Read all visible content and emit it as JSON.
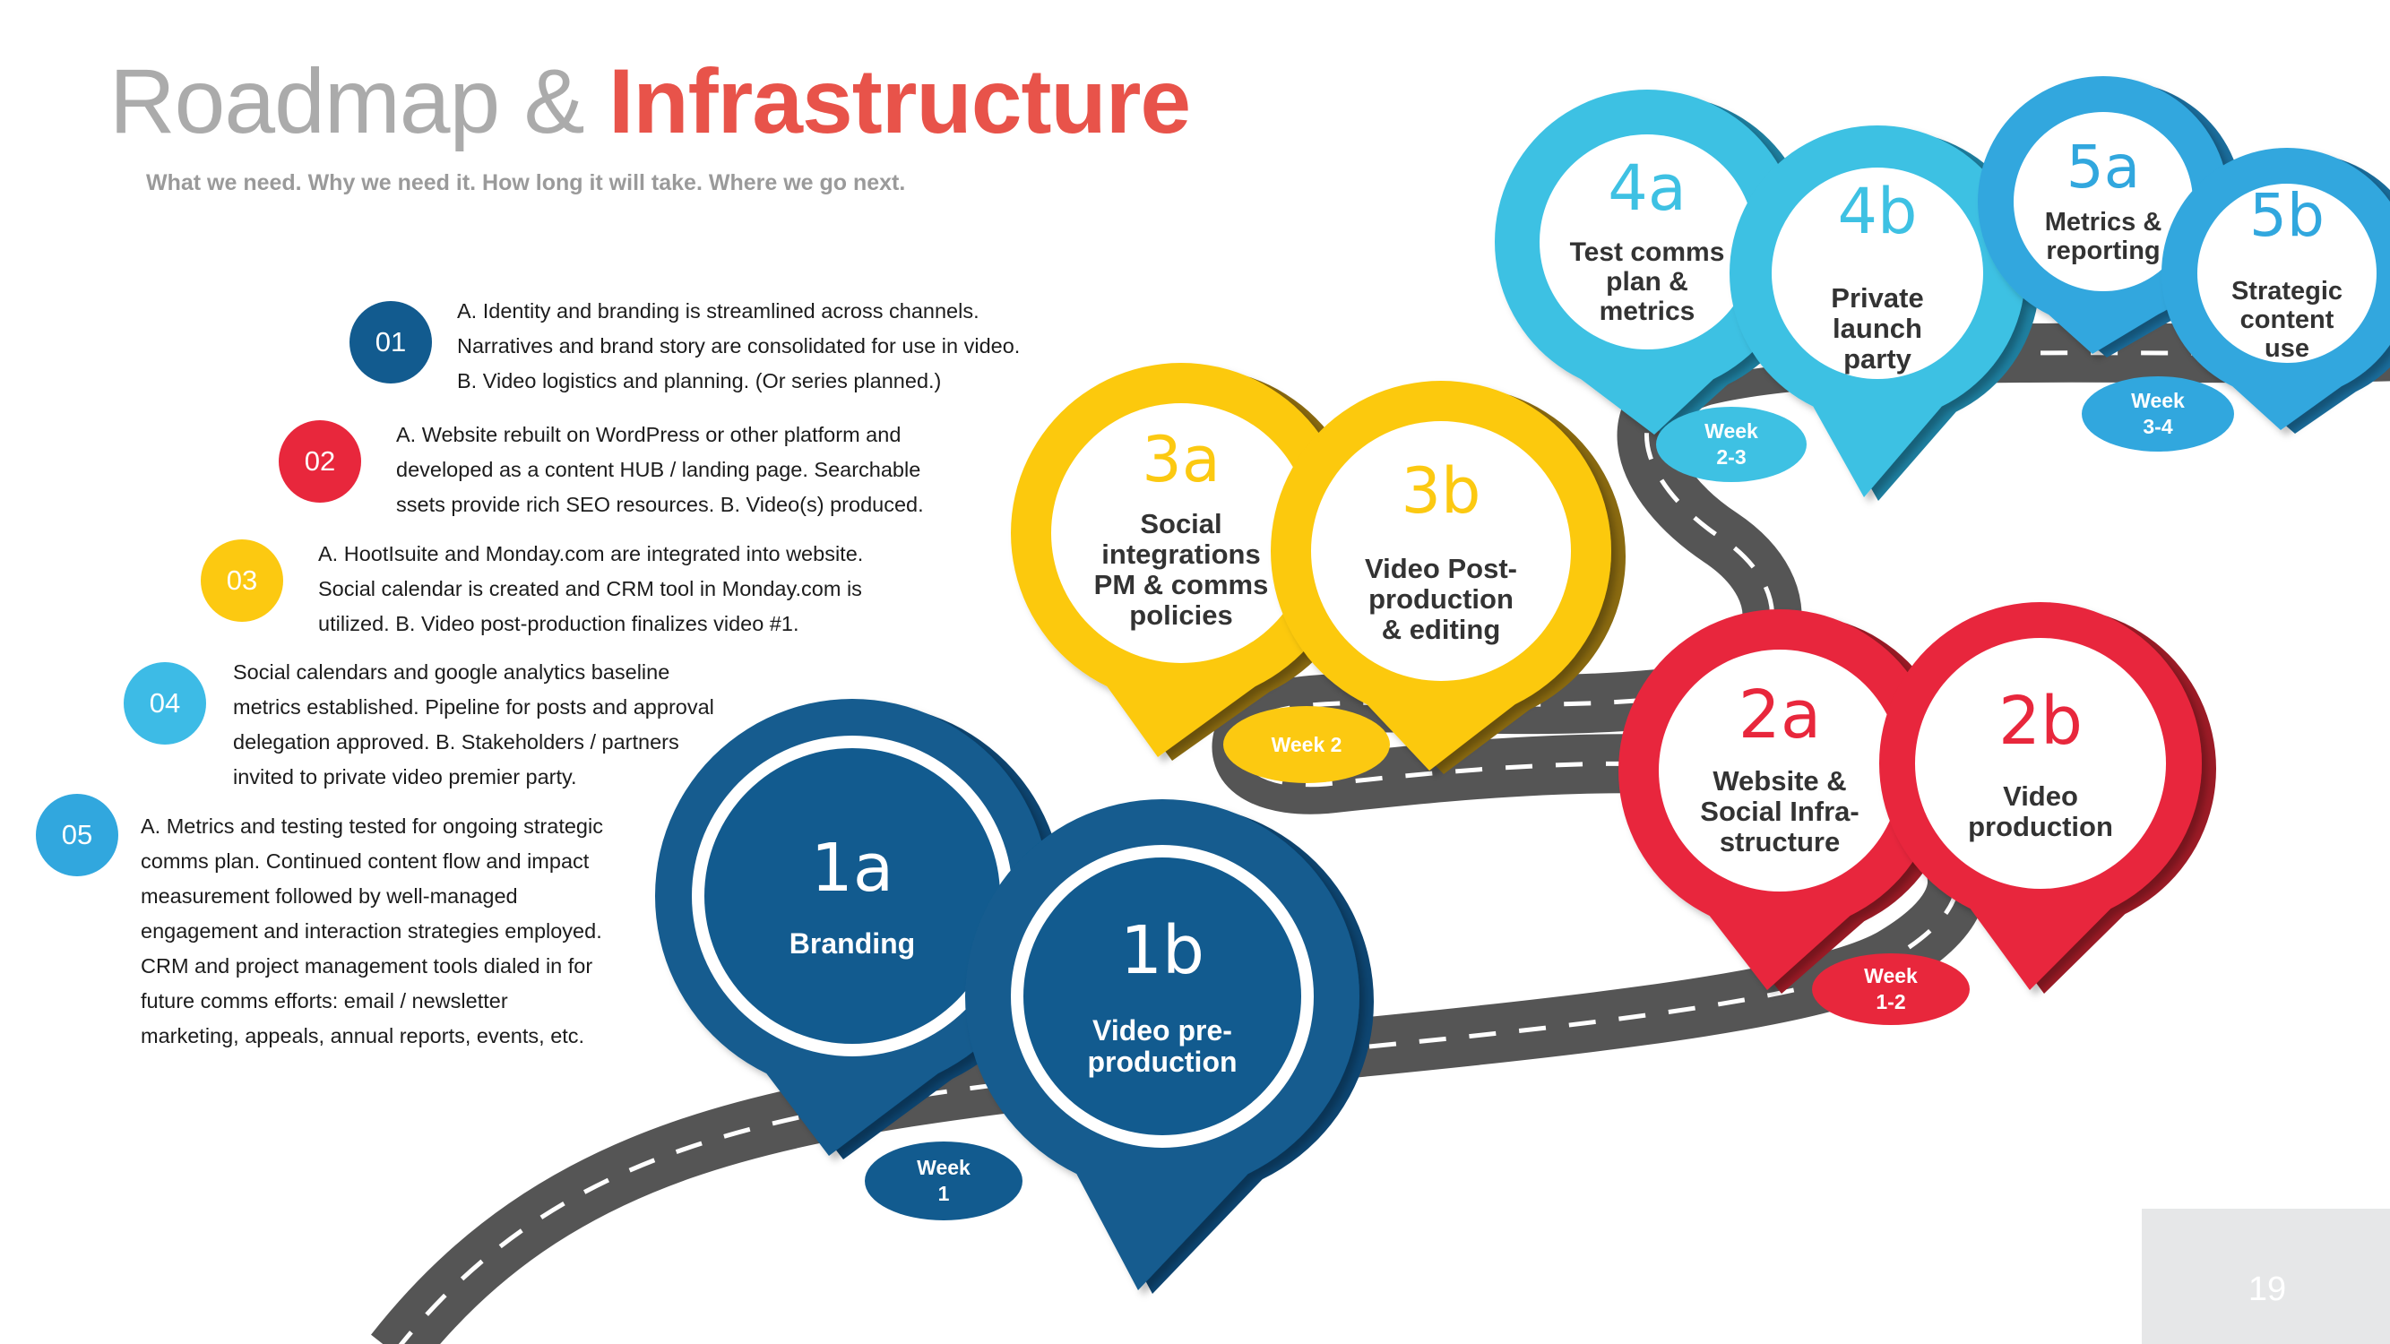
{
  "header": {
    "title_part1": "Roadmap & ",
    "title_part2": "Infrastructure",
    "subtitle": "What we need. Why we need it. How long it will take. Where we go next."
  },
  "colors": {
    "blue": "#125b8f",
    "red": "#e8273c",
    "yellow": "#fcc911",
    "cyan": "#29b5e0",
    "road": "#555555"
  },
  "items": [
    {
      "num": "01",
      "color": "#125b8f",
      "lines": [
        "A. Identity and branding is streamlined across channels.",
        "Narratives and brand story are consolidated for use in video.",
        "B. Video logistics and planning. (Or series planned.)"
      ]
    },
    {
      "num": "02",
      "color": "#e8273c",
      "lines": [
        "A. Website rebuilt on WordPress or other platform and",
        "developed as a content  HUB / landing page. Searchable",
        "ssets provide rich SEO resources. B. Video(s) produced."
      ]
    },
    {
      "num": "03",
      "color": "#fcc911",
      "lines": [
        "A. HootIsuite and Monday.com are integrated into website.",
        "Social calendar is created and CRM tool in Monday.com is",
        "utilized. B. Video post-production finalizes video #1."
      ]
    },
    {
      "num": "04",
      "color": "#3dbbe6",
      "lines": [
        "Social calendars and google analytics baseline",
        "metrics established. Pipeline for posts and approval",
        "delegation approved. B. Stakeholders / partners",
        "invited to private video premier party."
      ]
    },
    {
      "num": "05",
      "color": "#31a7de",
      "lines": [
        "A. Metrics and testing tested for ongoing strategic",
        "comms plan. Continued content flow and impact",
        "measurement followed by well-managed",
        "engagement and interaction strategies employed.",
        "CRM and project management tools dialed in for",
        "future comms efforts: email / newsletter",
        "marketing, appeals, annual reports, events, etc."
      ]
    }
  ],
  "pins": [
    {
      "code": "1a",
      "lines": [
        "Branding"
      ],
      "color": "#125b8f"
    },
    {
      "code": "1b",
      "lines": [
        "Video pre-",
        "production"
      ],
      "color": "#125b8f"
    },
    {
      "code": "2a",
      "lines": [
        "Website &",
        "Social Infra-",
        "structure"
      ],
      "color": "#e8273c"
    },
    {
      "code": "2b",
      "lines": [
        "Video",
        "production"
      ],
      "color": "#e8273c"
    },
    {
      "code": "3a",
      "lines": [
        "Social",
        "integrations",
        "PM & comms",
        "policies"
      ],
      "color": "#fcc911"
    },
    {
      "code": "3b",
      "lines": [
        "Video Post-",
        "production",
        "& editing"
      ],
      "color": "#fcc911"
    },
    {
      "code": "4a",
      "lines": [
        "Test comms",
        "plan &",
        "metrics"
      ],
      "color": "#3ec1e3"
    },
    {
      "code": "4b",
      "lines": [
        "Private",
        "launch",
        "party"
      ],
      "color": "#3ec1e3"
    },
    {
      "code": "5a",
      "lines": [
        "Metrics &",
        "reporting"
      ],
      "color": "#31a7de"
    },
    {
      "code": "5b",
      "lines": [
        "Strategic",
        "content",
        "use"
      ],
      "color": "#31a7de"
    }
  ],
  "weeks": [
    {
      "lines": [
        "Week",
        "1"
      ],
      "color": "#125b8f"
    },
    {
      "lines": [
        "Week",
        "1-2"
      ],
      "color": "#e8273c"
    },
    {
      "lines": [
        "Week 2"
      ],
      "color": "#fcc911"
    },
    {
      "lines": [
        "Week",
        "2-3"
      ],
      "color": "#3ec1e3"
    },
    {
      "lines": [
        "Week",
        "3-4"
      ],
      "color": "#31a7de"
    }
  ],
  "page_number": "19"
}
